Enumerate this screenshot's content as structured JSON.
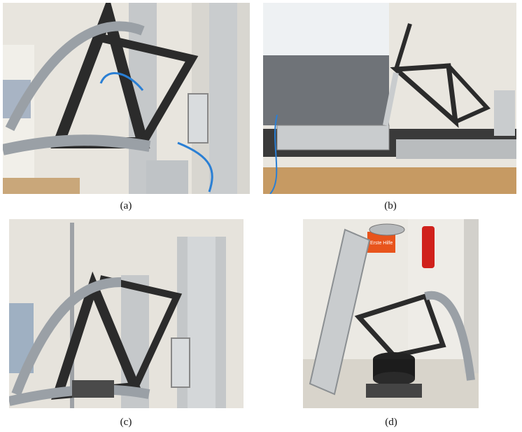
{
  "figure": {
    "panels": [
      {
        "id": "a",
        "caption": "(a)",
        "content": "photo-bicycle-frame-test-rig-closeup"
      },
      {
        "id": "b",
        "caption": "(b)",
        "content": "photo-bicycle-frame-test-bench-window"
      },
      {
        "id": "c",
        "caption": "(c)",
        "content": "photo-bicycle-frame-test-rig-fork-column"
      },
      {
        "id": "d",
        "caption": "(d)",
        "content": "photo-bicycle-frame-test-weights-first-aid"
      }
    ],
    "signs": {
      "first_aid": "Erste Hilfe"
    },
    "colors": {
      "frame": "#2b2b2b",
      "cables": "#9aa0a6",
      "aluminium": "#c9ccce",
      "wall": "#e9e6df",
      "blue_hose": "#2a7fd4",
      "extinguisher": "#d0211c",
      "first_aid_box": "#e8541c"
    }
  }
}
